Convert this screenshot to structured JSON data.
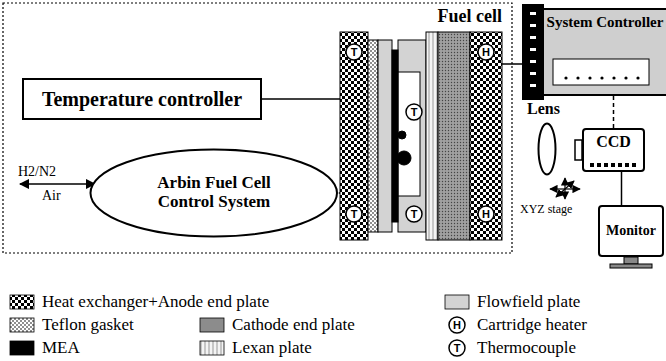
{
  "diagram": {
    "nodes": [
      {
        "text": [
          "Fuel cell"
        ]
      },
      {
        "text": [
          "System Controller"
        ]
      },
      {
        "text": [
          "Temperature controller"
        ]
      },
      {
        "text": [
          "Lens"
        ]
      },
      {
        "text": [
          "CCD"
        ]
      },
      {
        "text": [
          "Arbin Fuel Cell Control System"
        ]
      },
      {
        "text": [
          "Monitor"
        ]
      }
    ],
    "edges": [
      {
        "from": 2,
        "to": 0,
        "arrow": "none"
      },
      {
        "from": 5,
        "to": 0,
        "arrow": "none"
      },
      {
        "from": 0,
        "to": 1,
        "arrow": "none"
      },
      {
        "from": 4,
        "to": 1,
        "arrow": "none"
      },
      {
        "from": 4,
        "to": 6,
        "arrow": "none"
      }
    ],
    "labels": [
      "H2/N2",
      "Air",
      "T",
      "H",
      "T",
      "T",
      "T",
      "H",
      "XYZ stage",
      "H",
      "T"
    ],
    "legend": [
      {
        "text": "Heat exchanger+Anode end plate"
      },
      {
        "text": "Flowfield plate",
        "color": "#d3d3d3"
      },
      {
        "text": "Teflon gasket"
      },
      {
        "text": "Cathode end plate",
        "color": "#8c8c8c"
      },
      {
        "text": "Cartridge heater"
      },
      {
        "text": "MEA",
        "color": "#000000"
      },
      {
        "text": "Lexan plate"
      },
      {
        "text": "Thermocouple"
      }
    ]
  }
}
